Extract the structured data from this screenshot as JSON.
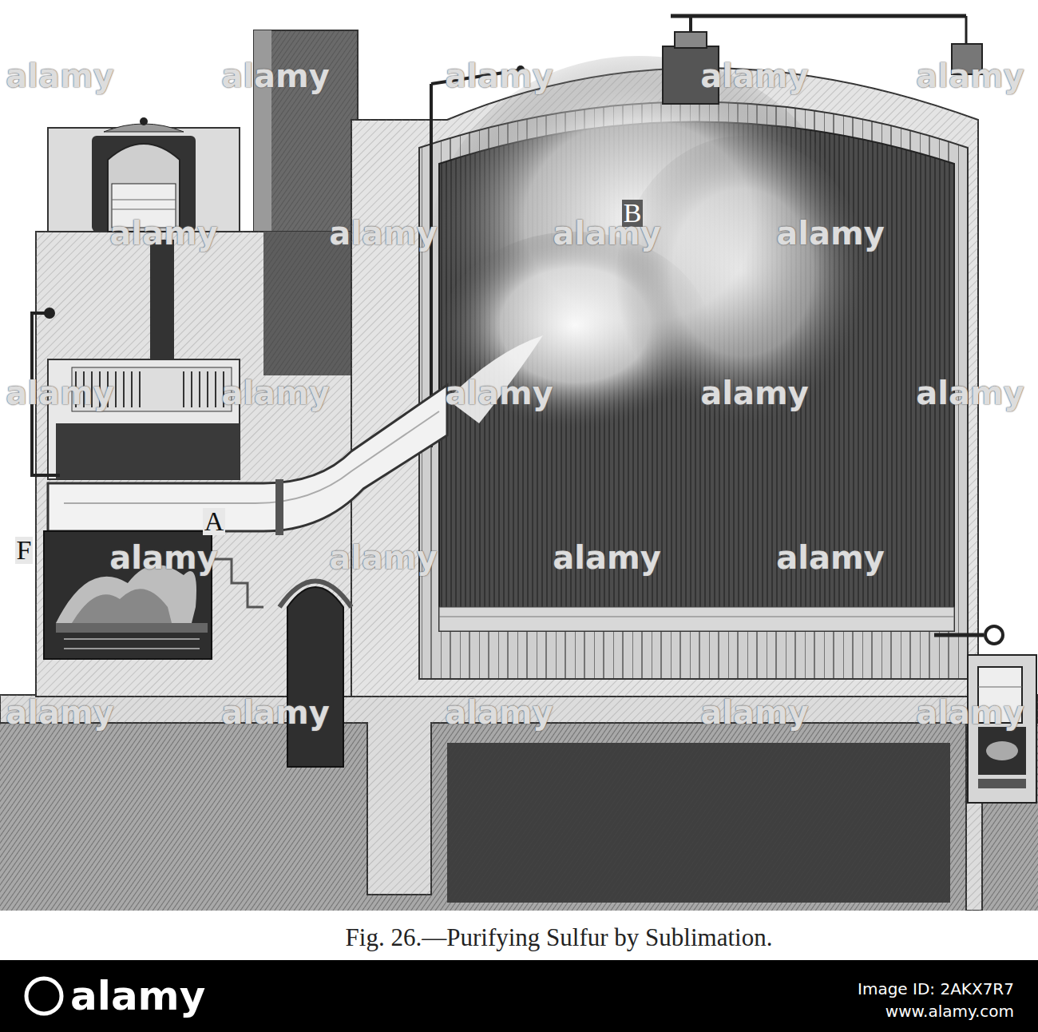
{
  "diagram": {
    "caption": "Fig. 26.—Purifying Sulfur by Sublimation.",
    "labels": [
      "A",
      "B",
      "F",
      "alamy",
      "alamy",
      "alamy",
      "alamy",
      "alamy",
      "alamy",
      "alamy",
      "alamy",
      "alamy",
      "alamy",
      "alamy",
      "alamy",
      "alamy",
      "alamy",
      "alamy",
      "alamy",
      "alamy",
      "alamy",
      "alamy",
      "alamy",
      "alamy",
      "alamy",
      "alamy",
      "alamy",
      "Image ID: 2AKX7R7",
      "www.alamy.com"
    ]
  }
}
